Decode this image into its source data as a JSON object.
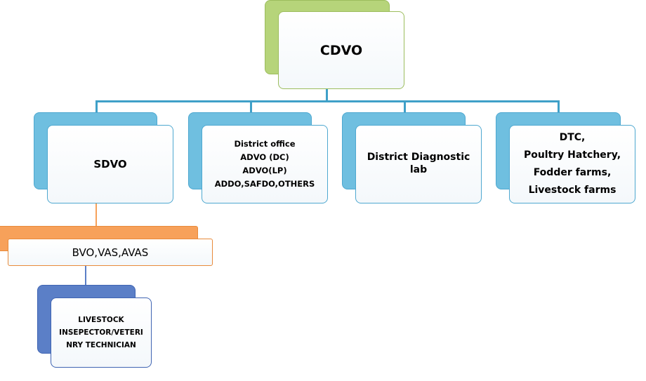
{
  "colors": {
    "root_back": "#b6d47a",
    "root_border": "#9cbd5d",
    "blue_back": "#6fbfe0",
    "blue_border": "#4ea8d0",
    "connector": "#3fa0c8",
    "orange_back": "#f7a15a",
    "orange_border": "#e88a3a",
    "navy_back": "#5b7fc7",
    "navy_border": "#3f64b2"
  },
  "root": {
    "label": "CDVO"
  },
  "level2": [
    {
      "lines": [
        "SDVO"
      ]
    },
    {
      "lines": [
        "District office",
        "ADVO (DC)",
        "ADVO(LP)",
        "ADDO,SAFDO,OTHERS"
      ]
    },
    {
      "lines": [
        "District Diagnostic",
        "lab"
      ]
    },
    {
      "lines": [
        "DTC,",
        "Poultry Hatchery,",
        "Fodder farms,",
        "Livestock farms"
      ]
    }
  ],
  "level3": {
    "label": "BVO,VAS,AVAS"
  },
  "level4": {
    "lines": [
      "LIVESTOCK",
      "INSEPECTOR/VETERI",
      "NRY TECHNICIAN"
    ]
  }
}
